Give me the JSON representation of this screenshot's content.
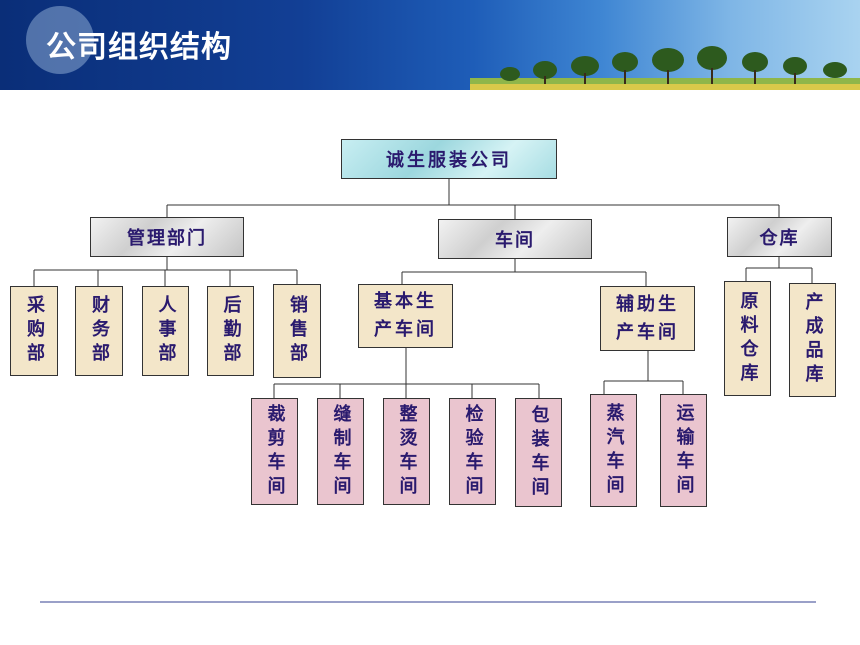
{
  "header": {
    "title": "公司组织结构"
  },
  "chart": {
    "root": "诚生服装公司",
    "level1": [
      "管理部门",
      "车间",
      "仓库"
    ],
    "management": [
      "采购部",
      "财务部",
      "人事部",
      "后勤部",
      "销售部"
    ],
    "workshop": [
      "基本生产车间",
      "辅助生产车间"
    ],
    "basic_production": [
      "裁剪车间",
      "缝制车间",
      "整烫车间",
      "检验车间",
      "包装车间"
    ],
    "auxiliary_production": [
      "蒸汽车间",
      "运输车间"
    ],
    "warehouse": [
      "原料仓库",
      "产成品库"
    ]
  },
  "colors": {
    "text": "#2a1a6e",
    "beige": "#f3e6c9",
    "pink": "#eac5cf",
    "header": "#123f95"
  }
}
